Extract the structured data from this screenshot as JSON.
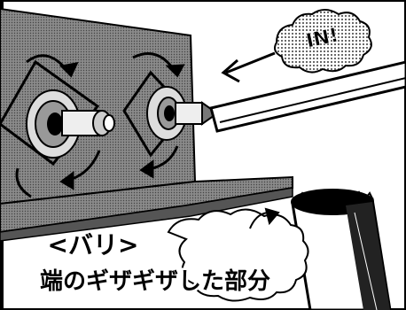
{
  "caption": {
    "title": "<バリ>",
    "subtitle": "端のギザギザした部分"
  },
  "balloon": {
    "text": "IN!"
  },
  "colors": {
    "ink": "#000000",
    "paper": "#ffffff",
    "plate": "#7f7f7f",
    "plate_dark": "#5a5a5a",
    "screen_tone": "#bdbdbd"
  }
}
